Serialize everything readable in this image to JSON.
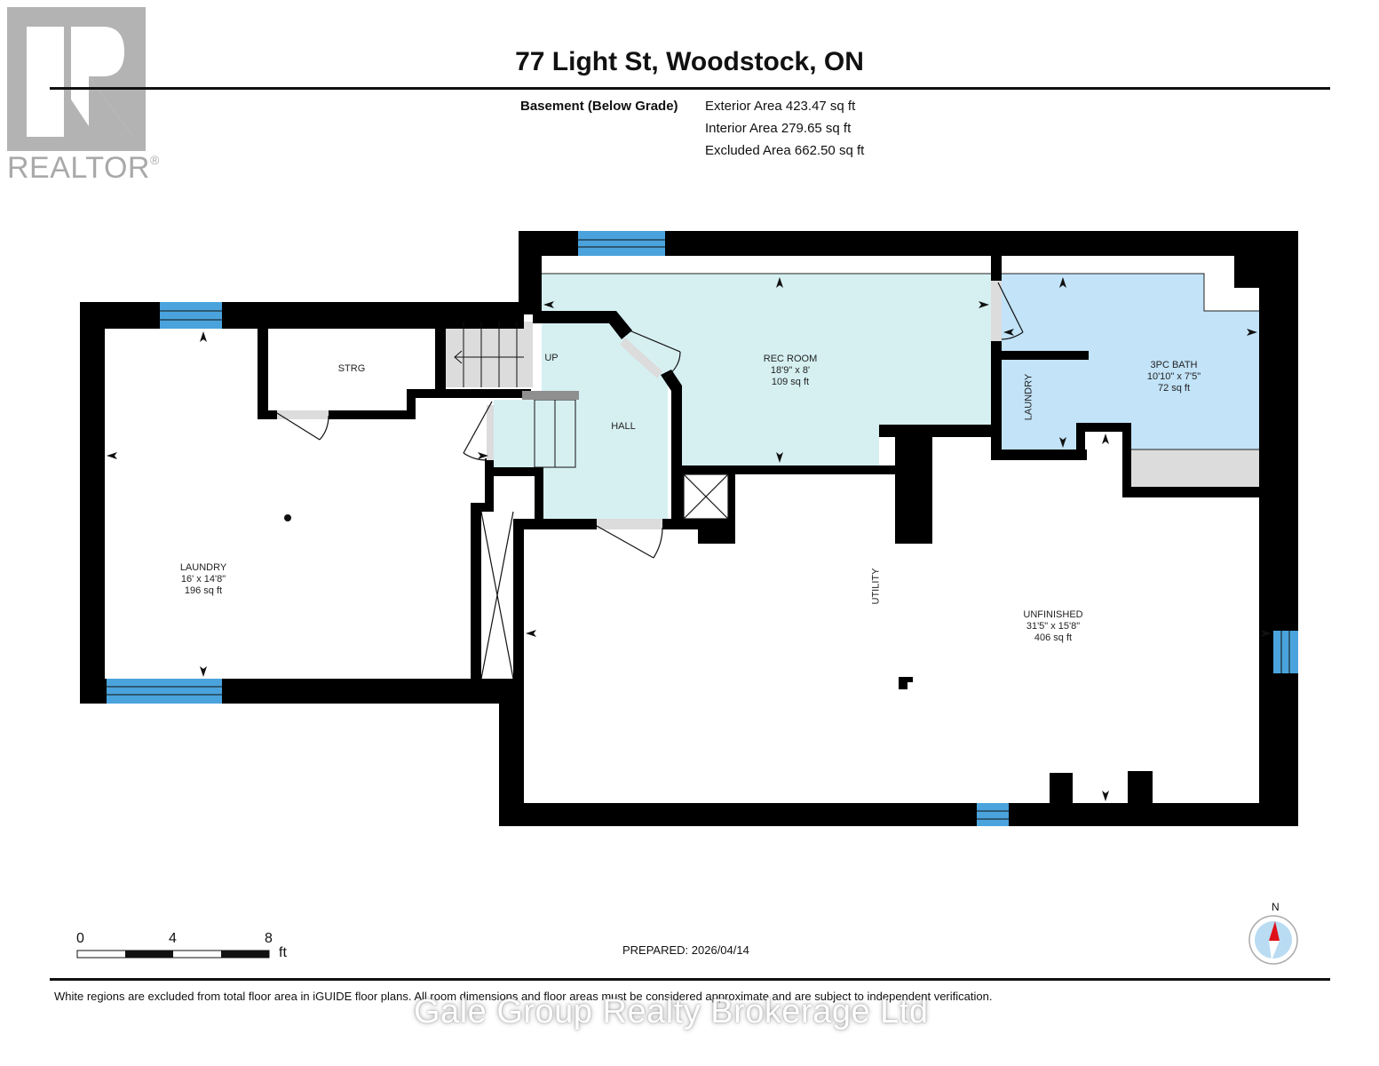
{
  "header": {
    "title": "77 Light St, Woodstock, ON",
    "level": "Basement (Below Grade)",
    "areas": [
      {
        "label": "Exterior Area 423.47 sq ft"
      },
      {
        "label": "Interior Area 279.65 sq ft"
      },
      {
        "label": "Excluded Area 662.50 sq ft"
      }
    ]
  },
  "logo": {
    "icon": "realtor-r-logo",
    "text": "REALTOR",
    "mark": "®"
  },
  "rooms": {
    "laundry_main": {
      "name": "LAUNDRY",
      "dims": "16' x 14'8\"",
      "area": "196 sq ft"
    },
    "storage": {
      "name": "STRG"
    },
    "stairs": {
      "name": "UP"
    },
    "hall": {
      "name": "HALL"
    },
    "rec_room": {
      "name": "REC ROOM",
      "dims": "18'9\" x 8'",
      "area": "109 sq ft"
    },
    "bath": {
      "name": "3PC BATH",
      "dims": "10'10\" x 7'5\"",
      "area": "72 sq ft"
    },
    "laundry_nook": {
      "name": "LAUNDRY"
    },
    "utility": {
      "name": "UTILITY"
    },
    "unfinished": {
      "name": "UNFINISHED",
      "dims": "31'5\" x 15'8\"",
      "area": "406 sq ft"
    }
  },
  "colors": {
    "wall": "#000000",
    "window": "#4aa3dc",
    "finished_fill": "#d6f0f2",
    "bath_fill": "#c2e3f8",
    "stair_fill": "#dcdcdc",
    "compass_red": "#e0101a",
    "compass_blue": "#b9dcf3"
  },
  "scale": {
    "ticks": [
      "0",
      "4",
      "8"
    ],
    "unit": "ft"
  },
  "compass": {
    "label": "N"
  },
  "footer": {
    "prepared": "PREPARED: 2026/04/14",
    "disclaimer": "White regions are excluded from total floor area in iGUIDE floor plans. All room dimensions and floor areas must be considered approximate and are subject to independent verification.",
    "watermark": "Gale Group Realty Brokerage Ltd"
  }
}
